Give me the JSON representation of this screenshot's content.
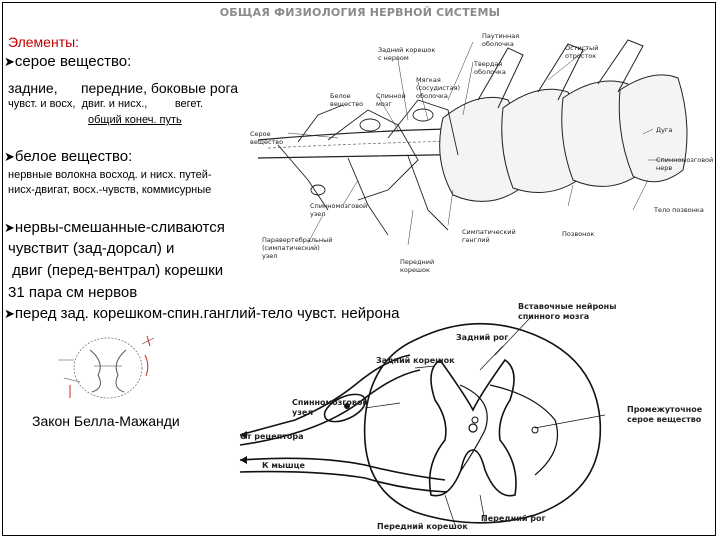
{
  "slide_title": "ОБЩАЯ ФИЗИОЛОГИЯ НЕРВНОЙ СИСТЕМЫ",
  "text": {
    "elements_heading": "Элементы:",
    "gray_matter": "серое вещество:",
    "horns": "задние,      передние, боковые рога",
    "horns_func": "чувст. и восх,  двиг. и нисх.,         вегет.",
    "common_path": "общий конеч. путь",
    "white_matter": "белое вещество:",
    "white_line1": "нервные волокна восход. и нисх. путей-",
    "white_line2": "нисх-двигат, восх.-чувств, коммисурные",
    "nerves_line1": "нервы-смешанные-сливаются",
    "nerves_line2": "чувствит (зад-дорсал) и",
    "nerves_line3": " двиг (перед-вентрал) корешки",
    "nerves_line4": "31 пара см нервов",
    "ganglion": "перед зад. корешком-спин.ганглий-тело чувст. нейрона",
    "bell_law": "Закон Белла-Мажанди"
  },
  "diagram1_labels": {
    "pautinnaya": "Паутинная\nоболочка",
    "zadniy_koreshok": "Задний корешок\nс нервом",
    "ostistyi": "Остистый\nотросток",
    "tverdaya": "Твердая\nоболочка",
    "myagkaya": "Мягкая\n(сосудистая)\nоболочка",
    "beloe": "Белое\nвещество",
    "spinnoy_mozg": "Спинной\nмозг",
    "seroe": "Серое\nвещество",
    "duga": "Дуга",
    "spinnomozg_nerv": "Спинномозговой\nнерв",
    "telo_pozvonka": "Тело позвонка",
    "spinnomozg_uzel": "Спинномозговой\nузел",
    "simpaticheskiy": "Симпатический\nганглий",
    "pozvonok": "Позвонок",
    "peredniy_koreshok": "Передний\nкорешок",
    "paravertebral": "Паравертебральный\n(симпатический)\nузел"
  },
  "diagram2_labels": {
    "vstavochnye": "Вставочные нейроны\nспинного мозга",
    "zadniy_rog": "Задний рог",
    "zadniy_koreshok": "Задний корешок",
    "spinnomozg_uzel": "Спинномозговой\nузел",
    "promezhutochnoe": "Промежуточное\nсерое вещество",
    "ot_receptora": "От рецептора",
    "k_myshce": "К мышце",
    "peredniy_rog": "Передний рог",
    "peredniy_koreshok": "Передний корешок"
  },
  "colors": {
    "title": "#8a8a8a",
    "sketch_red": "#d22020",
    "ink": "#000000"
  },
  "icons": {
    "bullet": "arrow-bullet-icon"
  }
}
